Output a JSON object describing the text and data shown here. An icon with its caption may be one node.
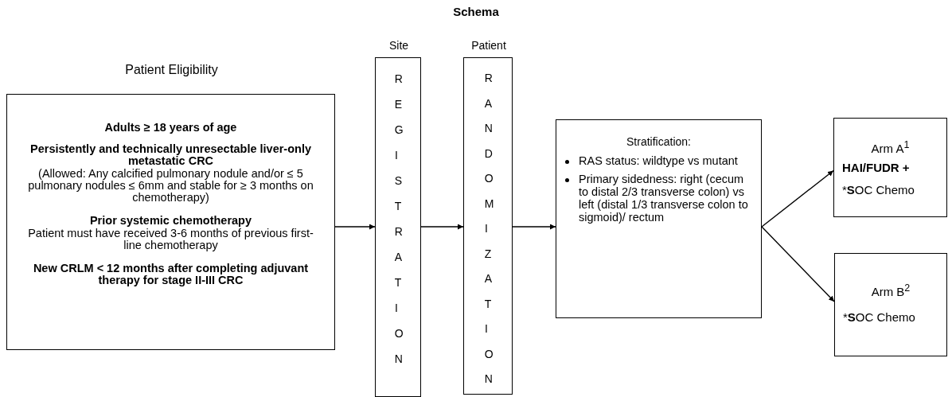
{
  "diagram": {
    "title": "Schema",
    "nodes": [
      {
        "text": [
          "Patient Eligibility",
          "Adults ≥ 18 years of age",
          "Persistently and technically unresectable liver-only metastatic CRC",
          "(Allowed: Any calcified pulmonary nodule and/or ≤ 5 pulmonary nodules ≤ 6mm and stable for ≥ 3 months on chemotherapy)",
          "Prior systemic chemotherapy",
          "Patient must have received 3-6 months of previous first-line chemotherapy",
          "New CRLM < 12 months after completing adjuvant therapy for stage II-III CRC"
        ]
      },
      {
        "text": [
          "Site",
          "REGISTRATION"
        ]
      },
      {
        "text": [
          "Patient",
          "RANDOMIZATION"
        ]
      },
      {
        "text": [
          "Stratification:",
          "RAS status: wildtype vs mutant",
          "Primary sidedness: right (cecum to distal 2/3 transverse colon) vs left (distal 1/3 transverse colon to sigmoid)/ rectum"
        ]
      },
      {
        "text": [
          "Arm A$^{1}$",
          "HAI/FUDR +",
          "*​**S**OC Chemo"
        ]
      },
      {
        "text": [
          "Arm B$^{2}$",
          "*​**S**OC Chemo"
        ]
      }
    ],
    "edges": [
      {
        "from": 0,
        "to": 1,
        "arrow": "to"
      },
      {
        "from": 1,
        "to": 2,
        "arrow": "to"
      },
      {
        "from": 2,
        "to": 3,
        "arrow": "to"
      },
      {
        "from": 3,
        "to": 4,
        "arrow": "to"
      },
      {
        "from": 3,
        "to": 5,
        "arrow": "to"
      }
    ]
  }
}
